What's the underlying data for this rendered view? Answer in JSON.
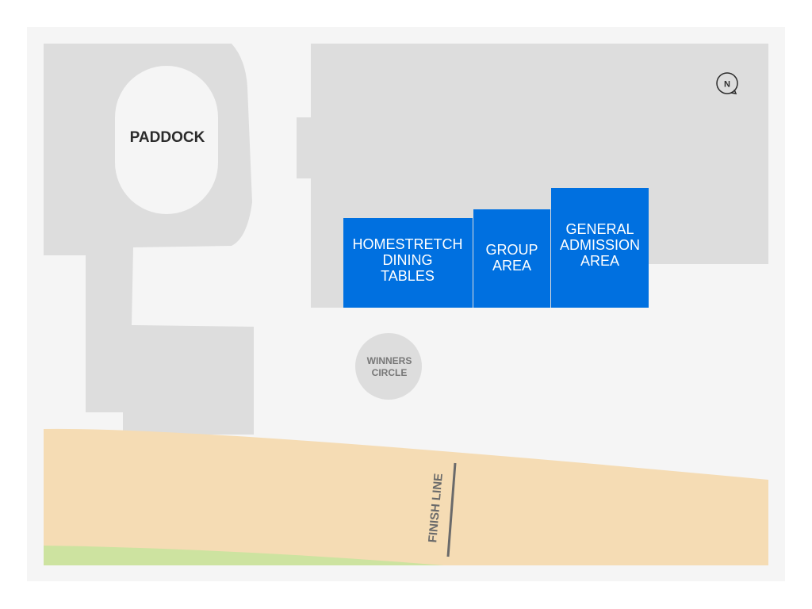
{
  "map": {
    "colors": {
      "background": "#f5f5f5",
      "building": "#dddddd",
      "section": "#0070e0",
      "section_text": "#ffffff",
      "track": "#f5dcb4",
      "turf": "#cde3a0",
      "label_dark": "#2b2b2b",
      "label_gray": "#777777",
      "finish_line": "#6a6a6a"
    },
    "areas": {
      "paddock": {
        "label": "PADDOCK"
      },
      "winners_circle": {
        "lines": [
          "WINNERS",
          "CIRCLE"
        ]
      },
      "finish_line": {
        "label": "FINISH LINE"
      }
    },
    "sections": [
      {
        "id": "homestretch",
        "lines": [
          "HOMESTRETCH",
          "DINING",
          "TABLES"
        ]
      },
      {
        "id": "group",
        "lines": [
          "GROUP",
          "AREA"
        ]
      },
      {
        "id": "general-admission",
        "lines": [
          "GENERAL",
          "ADMISSION",
          "AREA"
        ]
      }
    ],
    "compass": {
      "label": "N"
    }
  }
}
